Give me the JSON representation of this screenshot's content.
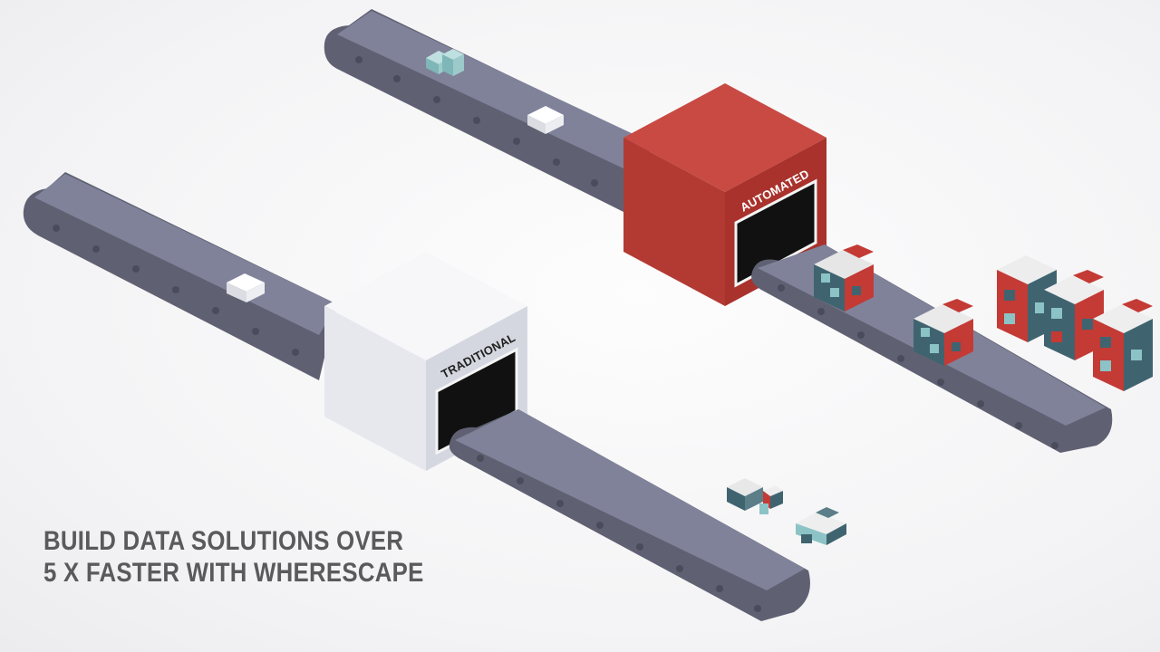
{
  "boxes": {
    "traditional_label": "TRADITIONAL",
    "automated_label": "AUTOMATED"
  },
  "headline": {
    "line1": "BUILD DATA SOLUTIONS OVER",
    "line2": "5 X FASTER WITH WHERESCAPE"
  },
  "colors": {
    "belt": "#7d7f8f",
    "belt_dark": "#5f6172",
    "automated_box": "#c0403a",
    "traditional_box": "#eeeff3",
    "text": "#5a5a5c",
    "block_red": "#c43a35",
    "block_teal": "#3f6470",
    "block_mint": "#8cc3c6"
  }
}
